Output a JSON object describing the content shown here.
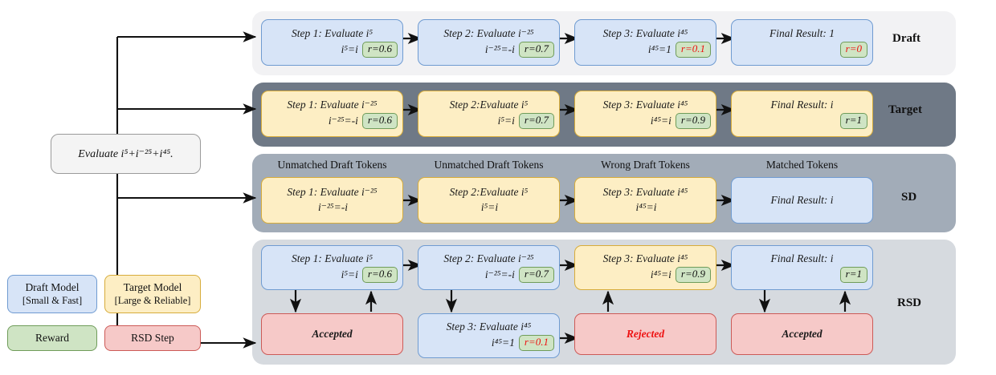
{
  "prompt": {
    "text": "Evaluate i⁵+i⁻²⁵+i⁴⁵."
  },
  "rows": [
    {
      "key": "draft",
      "label": "Draft",
      "band_color": "#f2f2f4"
    },
    {
      "key": "target",
      "label": "Target",
      "band_color": "#6f7986"
    },
    {
      "key": "sd",
      "label": "SD",
      "band_color": "#a2acb8"
    },
    {
      "key": "rsd",
      "label": "RSD",
      "band_color": "#d6dadf"
    }
  ],
  "draft": {
    "steps": [
      {
        "title": "Step 1: Evaluate i⁵",
        "result": "i⁵=i",
        "reward": "r=0.6",
        "reward_negative": false,
        "model": "draft"
      },
      {
        "title": "Step 2: Evaluate i⁻²⁵",
        "result": "i⁻²⁵=-i",
        "reward": "r=0.7",
        "reward_negative": false,
        "model": "draft"
      },
      {
        "title": "Step 3: Evaluate i⁴⁵",
        "result": "i⁴⁵=1",
        "reward": "r=0.1",
        "reward_negative": true,
        "model": "draft"
      },
      {
        "title": "Final Result: 1",
        "result": "",
        "reward": "r=0",
        "reward_negative": true,
        "model": "draft"
      }
    ]
  },
  "target": {
    "steps": [
      {
        "title": "Step 1: Evaluate i⁻²⁵",
        "result": "i⁻²⁵=-i",
        "reward": "r=0.6",
        "reward_negative": false,
        "model": "target"
      },
      {
        "title": "Step 2:Evaluate i⁵",
        "result": "i⁵=i",
        "reward": "r=0.7",
        "reward_negative": false,
        "model": "target"
      },
      {
        "title": "Step 3: Evaluate i⁴⁵",
        "result": "i⁴⁵=i",
        "reward": "r=0.9",
        "reward_negative": false,
        "model": "target"
      },
      {
        "title": "Final Result: i",
        "result": "",
        "reward": "r=1",
        "reward_negative": false,
        "model": "target"
      }
    ]
  },
  "sd": {
    "captions": [
      "Unmatched Draft Tokens",
      "Unmatched Draft Tokens",
      "Wrong Draft Tokens",
      "Matched Tokens"
    ],
    "steps": [
      {
        "title": "Step 1: Evaluate i⁻²⁵",
        "result": "i⁻²⁵=-i",
        "reward": "",
        "model": "target"
      },
      {
        "title": "Step 2:Evaluate i⁵",
        "result": "i⁵=i",
        "reward": "",
        "model": "target"
      },
      {
        "title": "Step 3: Evaluate i⁴⁵",
        "result": "i⁴⁵=i",
        "reward": "",
        "model": "target"
      },
      {
        "title": "Final Result: i",
        "result": "",
        "reward": "",
        "model": "draft"
      }
    ]
  },
  "rsd": {
    "top_steps": [
      {
        "title": "Step 1: Evaluate i⁵",
        "result": "i⁵=i",
        "reward": "r=0.6",
        "reward_negative": false,
        "model": "draft"
      },
      {
        "title": "Step 2: Evaluate i⁻²⁵",
        "result": "i⁻²⁵=-i",
        "reward": "r=0.7",
        "reward_negative": false,
        "model": "draft"
      },
      {
        "title": "Step 3: Evaluate i⁴⁵",
        "result": "i⁴⁵=i",
        "reward": "r=0.9",
        "reward_negative": false,
        "model": "target"
      },
      {
        "title": "Final Result: i",
        "result": "",
        "reward": "r=1",
        "reward_negative": false,
        "model": "draft"
      }
    ],
    "bottom_steps": [
      {
        "title": "Accepted",
        "result": "",
        "reward": "",
        "kind": "verdict",
        "verdict_negative": false
      },
      {
        "title": "Step 3: Evaluate i⁴⁵",
        "result": "i⁴⁵=1",
        "reward": "r=0.1",
        "reward_negative": true,
        "kind": "step",
        "model": "draft"
      },
      {
        "title": "Rejected",
        "result": "",
        "reward": "",
        "kind": "verdict",
        "verdict_negative": true
      },
      {
        "title": "Accepted",
        "result": "",
        "reward": "",
        "kind": "verdict",
        "verdict_negative": false
      }
    ]
  },
  "legend": {
    "draft_model": {
      "line1": "Draft Model",
      "line2": "[Small & Fast]",
      "color": "#d7e4f7"
    },
    "target_model": {
      "line1": "Target Model",
      "line2": "[Large & Reliable]",
      "color": "#fdeec4"
    },
    "reward": {
      "line1": "Reward",
      "line2": "",
      "color": "#cfe4c4"
    },
    "rsd_step": {
      "line1": "RSD Step",
      "line2": "",
      "color": "#f6c9c8"
    }
  },
  "colors": {
    "draft_fill": "#d7e4f7",
    "draft_stroke": "#6f9bd1",
    "target_fill": "#fdeec4",
    "target_stroke": "#d7ac3b",
    "reward_fill": "#cfe4c4",
    "reward_stroke": "#6f9c5a",
    "rsd_fill": "#f6c9c8",
    "rsd_stroke": "#cc5a57",
    "negative_text": "#ee1111"
  }
}
